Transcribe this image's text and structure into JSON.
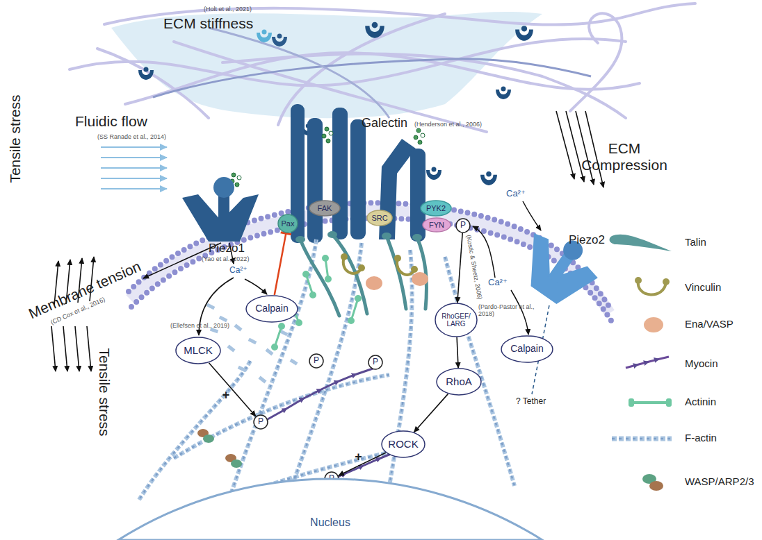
{
  "diagram": {
    "nodes": [
      {
        "text": [
          "Pax"
        ]
      },
      {
        "text": [
          "FAK"
        ]
      },
      {
        "text": [
          "SRC"
        ]
      },
      {
        "text": [
          "PYK2"
        ]
      },
      {
        "text": [
          "FYN"
        ]
      },
      {
        "text": [
          "P"
        ]
      },
      {
        "text": [
          "Calpain"
        ]
      },
      {
        "text": [
          "RhoGEF/ LARG"
        ]
      },
      {
        "text": [
          "Calpain"
        ]
      },
      {
        "text": [
          "MLCK"
        ]
      },
      {
        "text": [
          "P"
        ]
      },
      {
        "text": [
          "P"
        ]
      },
      {
        "text": [
          "RhoA"
        ]
      },
      {
        "text": [
          "P"
        ]
      },
      {
        "text": [
          "ROCK"
        ]
      },
      {
        "text": [
          "P"
        ]
      },
      {
        "text": [
          "Nucleus"
        ]
      }
    ],
    "edges": [
      {
        "from": 6,
        "to": 0,
        "arrow": "to"
      },
      {
        "from": 5,
        "to": 7,
        "arrow": "to"
      },
      {
        "from": 7,
        "to": 12,
        "arrow": "to"
      },
      {
        "from": 12,
        "to": 14,
        "arrow": "to"
      },
      {
        "from": 9,
        "to": 13,
        "label": "+",
        "arrow": "to"
      },
      {
        "from": 14,
        "to": 15,
        "label": "+",
        "arrow": "to"
      }
    ],
    "labels": [
      "(Holt et al., 2021)",
      "ECM stiffness",
      "Galectin",
      "(Henderson et al., 2006)",
      "Fluidic flow",
      "(SS Ranade et al., 2014)",
      "ECM Compression",
      "Tensile stress",
      "Piezo1",
      "(Yao et al., 2022)",
      "Ca²⁺",
      "Membrane tension",
      "(CD Cox et al., 2016)",
      "Tensile stress",
      "(Ellefsen et al., 2019)",
      "(Kostic & Sheetz, 2006)",
      "Ca²⁺",
      "Piezo2",
      "Ca²⁺",
      "(Pardo-Pastor et al., 2018)",
      "? Tether"
    ],
    "legend": [
      {
        "text": "Talin"
      },
      {
        "text": "Vinculin"
      },
      {
        "text": "Ena/VASP"
      },
      {
        "text": "Myocin"
      },
      {
        "text": "Actinin"
      },
      {
        "text": "F-actin"
      },
      {
        "text": "WASP/ARP2/3"
      }
    ]
  }
}
